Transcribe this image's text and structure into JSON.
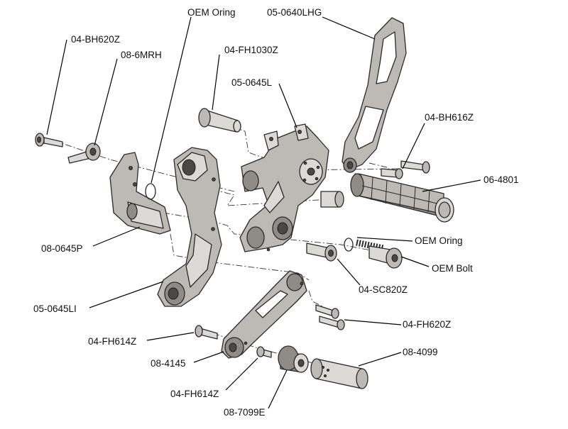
{
  "diagram": {
    "labels": [
      {
        "key": "oem_oring_top",
        "text": "OEM Oring"
      },
      {
        "key": "p05_0640lhg",
        "text": "05-0640LHG"
      },
      {
        "key": "p04_bh620z",
        "text": "04-BH620Z"
      },
      {
        "key": "p08_6mrh",
        "text": "08-6MRH"
      },
      {
        "key": "p04_fh1030z",
        "text": "04-FH1030Z"
      },
      {
        "key": "p05_0645l",
        "text": "05-0645L"
      },
      {
        "key": "p04_bh616z",
        "text": "04-BH616Z"
      },
      {
        "key": "p06_4801",
        "text": "06-4801"
      },
      {
        "key": "p08_0645p",
        "text": "08-0645P"
      },
      {
        "key": "oem_oring_mid",
        "text": "OEM Oring"
      },
      {
        "key": "oem_bolt",
        "text": "OEM Bolt"
      },
      {
        "key": "p04_sc820z",
        "text": "04-SC820Z"
      },
      {
        "key": "p05_0645li",
        "text": "05-0645LI"
      },
      {
        "key": "p04_fh620z",
        "text": "04-FH620Z"
      },
      {
        "key": "p04_fh614z_a",
        "text": "04-FH614Z"
      },
      {
        "key": "p08_4099",
        "text": "08-4099"
      },
      {
        "key": "p08_4145",
        "text": "08-4145"
      },
      {
        "key": "p04_fh614z_b",
        "text": "04-FH614Z"
      },
      {
        "key": "p08_7099e",
        "text": "08-7099E"
      }
    ]
  }
}
